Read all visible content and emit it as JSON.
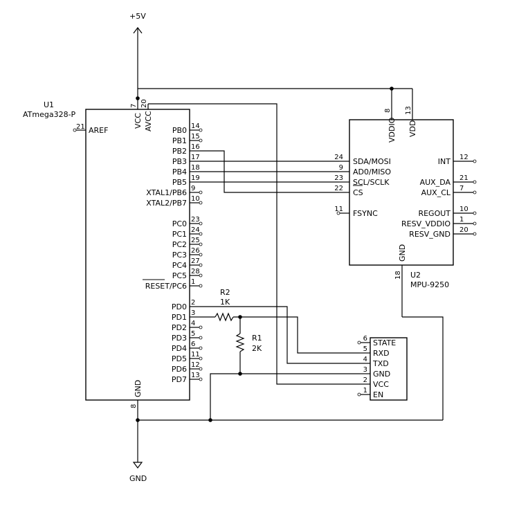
{
  "power": {
    "vcc_label": "+5V",
    "gnd_label": "GND"
  },
  "u1": {
    "ref": "U1",
    "value": "ATmega328-P",
    "left_pins": [
      {
        "num": "21",
        "name": "AREF"
      }
    ],
    "right_pins": [
      {
        "num": "14",
        "name": "PB0"
      },
      {
        "num": "15",
        "name": "PB1"
      },
      {
        "num": "16",
        "name": "PB2"
      },
      {
        "num": "17",
        "name": "PB3"
      },
      {
        "num": "18",
        "name": "PB4"
      },
      {
        "num": "19",
        "name": "PB5"
      },
      {
        "num": "9",
        "name": "XTAL1/PB6"
      },
      {
        "num": "10",
        "name": "XTAL2/PB7"
      },
      {
        "num": "23",
        "name": "PC0"
      },
      {
        "num": "24",
        "name": "PC1"
      },
      {
        "num": "25",
        "name": "PC2"
      },
      {
        "num": "26",
        "name": "PC3"
      },
      {
        "num": "27",
        "name": "PC4"
      },
      {
        "num": "28",
        "name": "PC5"
      },
      {
        "num": "1",
        "name": "RESET/PC6"
      },
      {
        "num": "2",
        "name": "PD0"
      },
      {
        "num": "3",
        "name": "PD1"
      },
      {
        "num": "4",
        "name": "PD2"
      },
      {
        "num": "5",
        "name": "PD3"
      },
      {
        "num": "6",
        "name": "PD4"
      },
      {
        "num": "11",
        "name": "PD5"
      },
      {
        "num": "12",
        "name": "PD6"
      },
      {
        "num": "13",
        "name": "PD7"
      }
    ],
    "top_pins": [
      {
        "num": "7",
        "name": "VCC"
      },
      {
        "num": "20",
        "name": "AVCC"
      }
    ],
    "bottom_pins": [
      {
        "num": "8",
        "name": "GND"
      }
    ]
  },
  "u2": {
    "ref": "U2",
    "value": "MPU-9250",
    "left_pins": [
      {
        "num": "24",
        "name": "SDA/MOSI"
      },
      {
        "num": "9",
        "name": "AD0/MISO"
      },
      {
        "num": "23",
        "name": "SCL/SCLK"
      },
      {
        "num": "22",
        "name": "CS"
      },
      {
        "num": "11",
        "name": "FSYNC"
      }
    ],
    "right_pins": [
      {
        "num": "12",
        "name": "INT"
      },
      {
        "num": "21",
        "name": "AUX_DA"
      },
      {
        "num": "7",
        "name": "AUX_CL"
      },
      {
        "num": "10",
        "name": "REGOUT"
      },
      {
        "num": "1",
        "name": "RESV_VDDIO"
      },
      {
        "num": "20",
        "name": "RESV_GND"
      }
    ],
    "top_pins": [
      {
        "num": "8",
        "name": "VDDIO"
      },
      {
        "num": "13",
        "name": "VDD"
      }
    ],
    "bottom_pins": [
      {
        "num": "18",
        "name": "GND"
      }
    ]
  },
  "r1": {
    "ref": "R1",
    "value": "2K"
  },
  "r2": {
    "ref": "R2",
    "value": "1K"
  },
  "bt": {
    "pins": [
      {
        "num": "6",
        "name": "STATE"
      },
      {
        "num": "5",
        "name": "RXD"
      },
      {
        "num": "4",
        "name": "TXD"
      },
      {
        "num": "3",
        "name": "GND"
      },
      {
        "num": "2",
        "name": "VCC"
      },
      {
        "num": "1",
        "name": "EN"
      }
    ]
  }
}
